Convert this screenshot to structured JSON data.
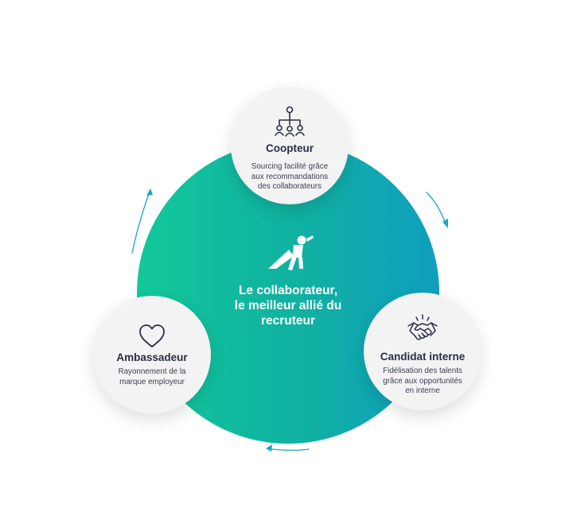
{
  "center": {
    "title_lines": [
      "Le collaborateur,",
      "le meilleur allié du",
      "recruteur"
    ],
    "icon": "superhero-icon"
  },
  "nodes": [
    {
      "title": "Coopteur",
      "desc_lines": [
        "Sourcing facilité grâce",
        "aux recommandations",
        "des collaborateurs"
      ],
      "icon": "network-people-icon"
    },
    {
      "title": "Candidat interne",
      "desc_lines": [
        "Fidélisation des talents",
        "grâce aux opportunités",
        "en interne"
      ],
      "icon": "handshake-icon"
    },
    {
      "title": "Ambassadeur",
      "desc_lines": [
        "Rayonnement de la",
        "marque employeur"
      ],
      "icon": "heart-icon"
    }
  ],
  "colors": {
    "gradient_start": "#12c89a",
    "gradient_end": "#0f9fbf",
    "node_bg": "#f3f3f4",
    "text_dark": "#2a2f44",
    "arrow": "#1aa3c8"
  }
}
